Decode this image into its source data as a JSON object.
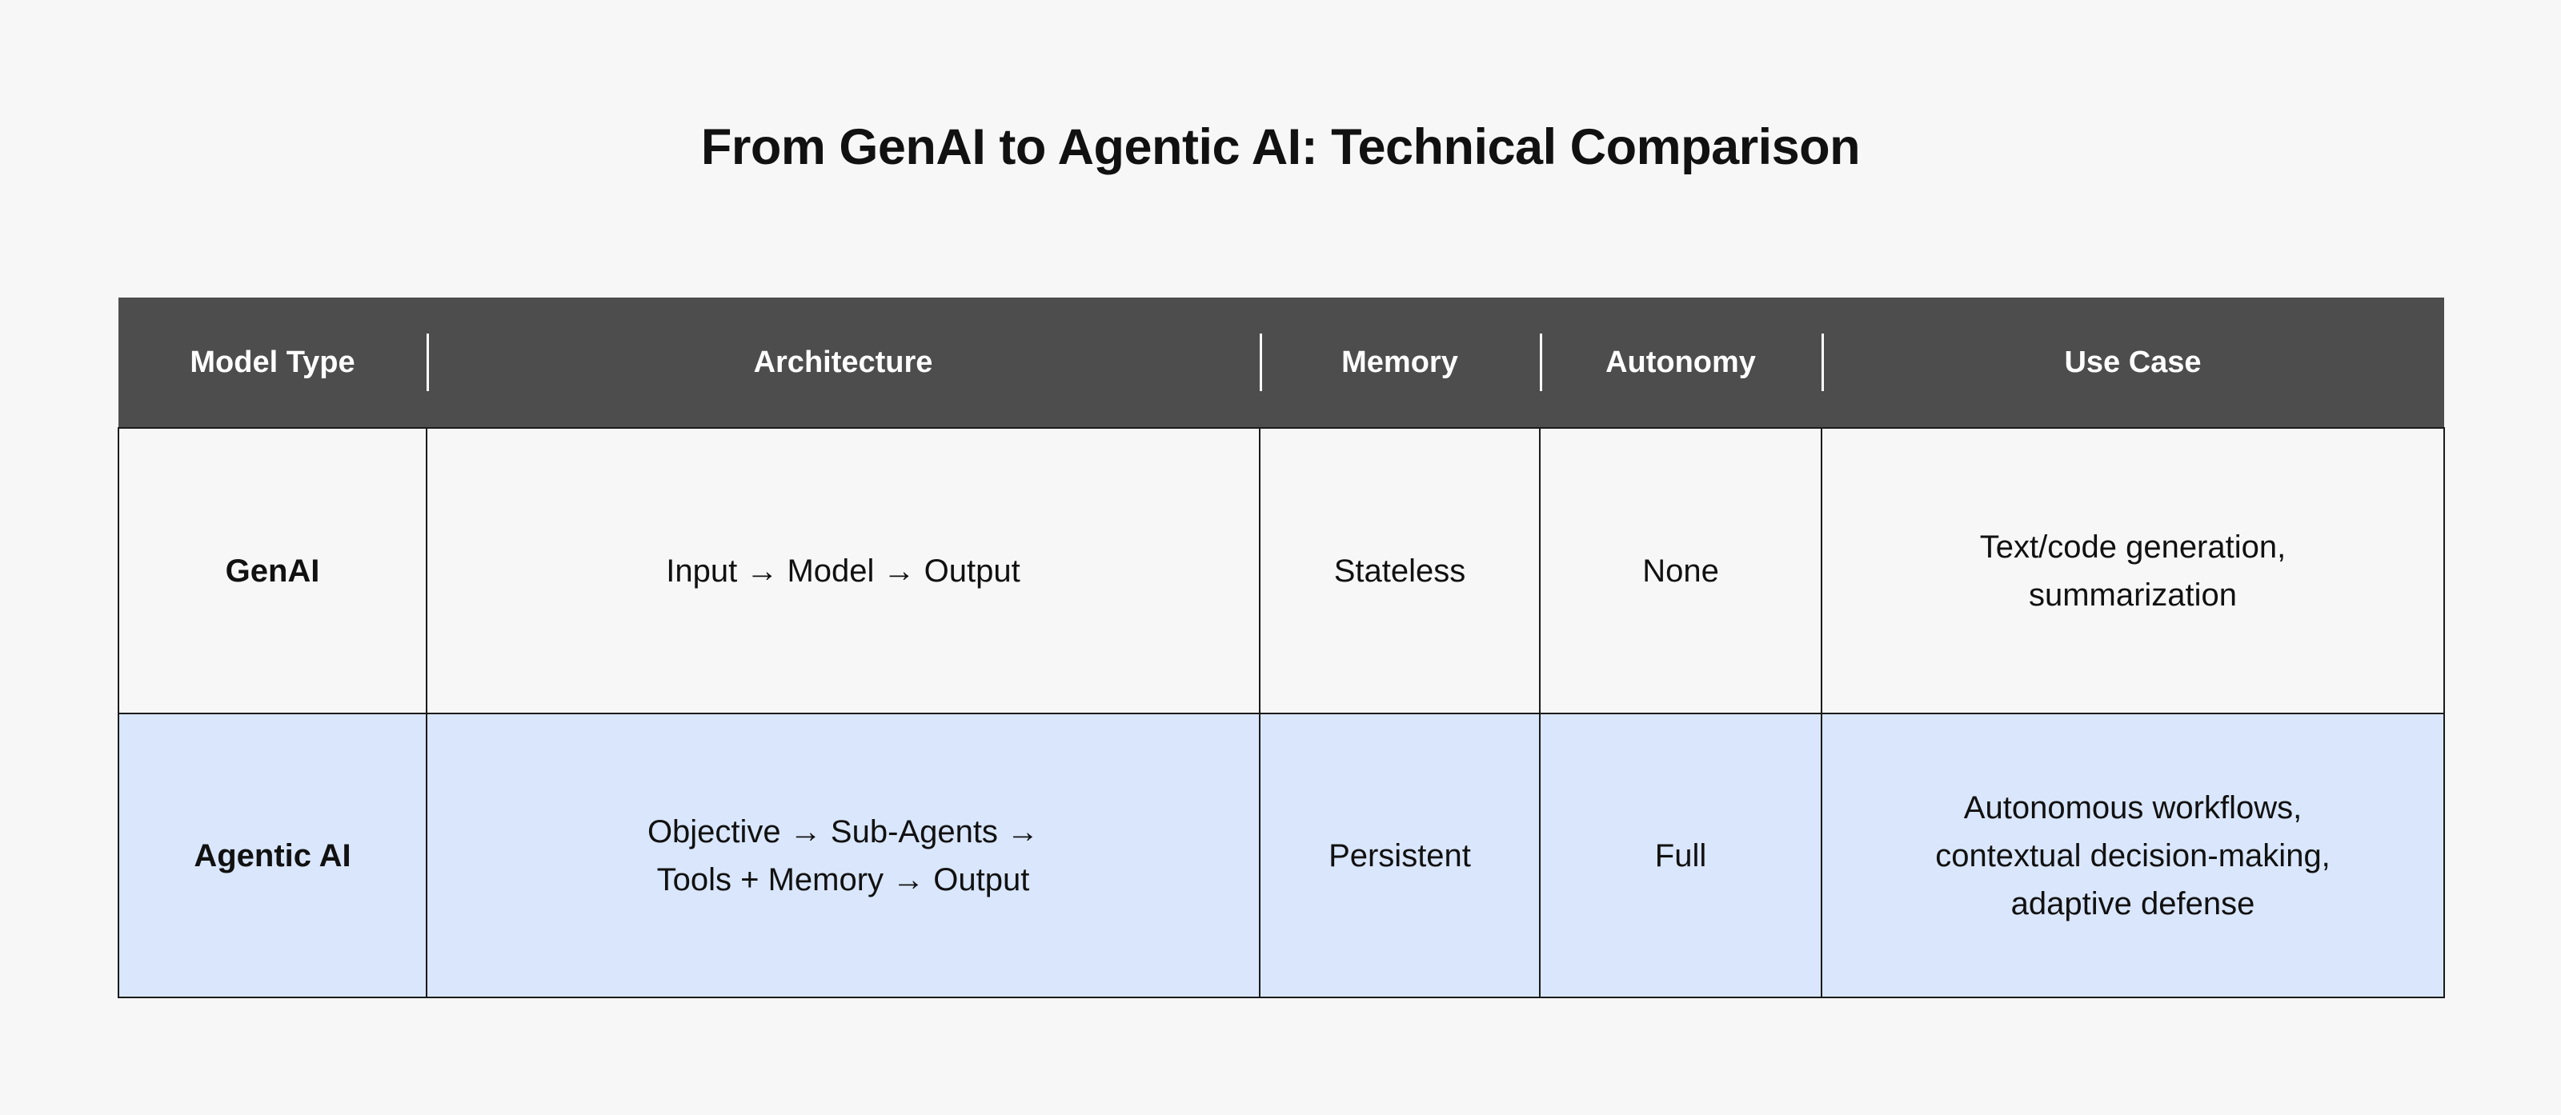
{
  "page": {
    "title": "From GenAI to Agentic AI: Technical Comparison",
    "background_color": "#f7f7f7"
  },
  "colors": {
    "header_background": "#4d4d4d",
    "header_text": "#ffffff",
    "row_genai_background": "#f7f7f7",
    "row_agentic_background": "#d9e6fb",
    "border": "#1b1b1b",
    "body_text": "#111111"
  },
  "table": {
    "headers": [
      "Model Type",
      "Architecture",
      "Memory",
      "Autonomy",
      "Use Case"
    ],
    "rows": [
      {
        "model_type": "GenAI",
        "architecture_lines": [
          "Input → Model → Output"
        ],
        "memory": "Stateless",
        "autonomy": "None",
        "use_case_lines": [
          "Text/code generation,",
          "summarization"
        ]
      },
      {
        "model_type": "Agentic AI",
        "architecture_lines": [
          "Objective → Sub-Agents →",
          "Tools + Memory → Output"
        ],
        "memory": "Persistent",
        "autonomy": "Full",
        "use_case_lines": [
          "Autonomous workflows,",
          "contextual decision-making,",
          "adaptive defense"
        ]
      }
    ]
  }
}
